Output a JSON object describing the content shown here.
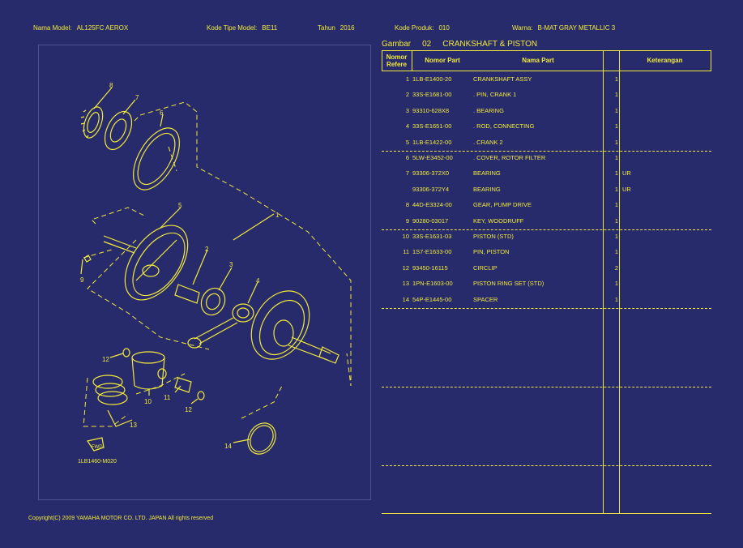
{
  "header": {
    "model_label": "Nama Model:",
    "model_value": "AL125FC AEROX",
    "type_label": "Kode Tipe Model:",
    "type_value": "BE11",
    "year_label": "Tahun",
    "year_value": "2016",
    "product_label": "Kode Produk:",
    "product_value": "010",
    "color_label": "Warna:",
    "color_value": "B-MAT GRAY METALLIC 3"
  },
  "figure": {
    "label": "Gambar",
    "number": "02",
    "title": "CRANKSHAFT & PISTON"
  },
  "diagram": {
    "callouts": [
      "8",
      "7",
      "6",
      "5",
      "1",
      "2",
      "3",
      "4",
      "9",
      "12",
      "10",
      "11",
      "12",
      "13",
      "14"
    ],
    "stamp": "FWD",
    "drawing_code": "1LB1460-M020"
  },
  "table": {
    "headers": {
      "ref": "Nomor Refere",
      "part": "Nomor Part",
      "name": "Nama Part",
      "qty": "",
      "note": "Keterangan"
    },
    "rows": [
      {
        "ref": "1",
        "part": "1LB-E1400-20",
        "name": "CRANKSHAFT ASSY",
        "qty": "1",
        "note": ""
      },
      {
        "ref": "2",
        "part": "33S-E1681-00",
        "name": ". PIN, CRANK 1",
        "qty": "1",
        "note": ""
      },
      {
        "ref": "3",
        "part": "93310-628X8",
        "name": ". BEARING",
        "qty": "1",
        "note": ""
      },
      {
        "ref": "4",
        "part": "33S-E1651-00",
        "name": ". ROD, CONNECTING",
        "qty": "1",
        "note": ""
      },
      {
        "ref": "5",
        "part": "1LB-E1422-00",
        "name": ". CRANK 2",
        "qty": "1",
        "note": ""
      },
      {
        "ref": "6",
        "part": "5LW-E3452-00",
        "name": ". COVER, ROTOR FILTER",
        "qty": "1",
        "note": ""
      },
      {
        "ref": "7",
        "part": "93306-372X0",
        "name": "BEARING",
        "qty": "1",
        "note": "UR"
      },
      {
        "ref": "",
        "part": "93306-372Y4",
        "name": "BEARING",
        "qty": "1",
        "note": "UR"
      },
      {
        "ref": "8",
        "part": "44D-E3324-00",
        "name": "GEAR, PUMP DRIVE",
        "qty": "1",
        "note": ""
      },
      {
        "ref": "9",
        "part": "90280-03017",
        "name": "KEY, WOODRUFF",
        "qty": "1",
        "note": ""
      },
      {
        "ref": "10",
        "part": "33S-E1631-03",
        "name": "PISTON (STD)",
        "qty": "1",
        "note": ""
      },
      {
        "ref": "11",
        "part": "1S7-E1633-00",
        "name": "PIN, PISTON",
        "qty": "1",
        "note": ""
      },
      {
        "ref": "12",
        "part": "93450-16115",
        "name": "CIRCLIP",
        "qty": "2",
        "note": ""
      },
      {
        "ref": "13",
        "part": "1PN-E1603-00",
        "name": "PISTON RING SET (STD)",
        "qty": "1",
        "note": ""
      },
      {
        "ref": "14",
        "part": "54P-E1445-00",
        "name": "SPACER",
        "qty": "1",
        "note": ""
      }
    ]
  },
  "copyright": "Copyright(C) 2009 YAMAHA MOTOR CO. LTD. JAPAN All rights reserved",
  "colors": {
    "background": "#272b6b",
    "foreground": "#f2ea3a"
  }
}
